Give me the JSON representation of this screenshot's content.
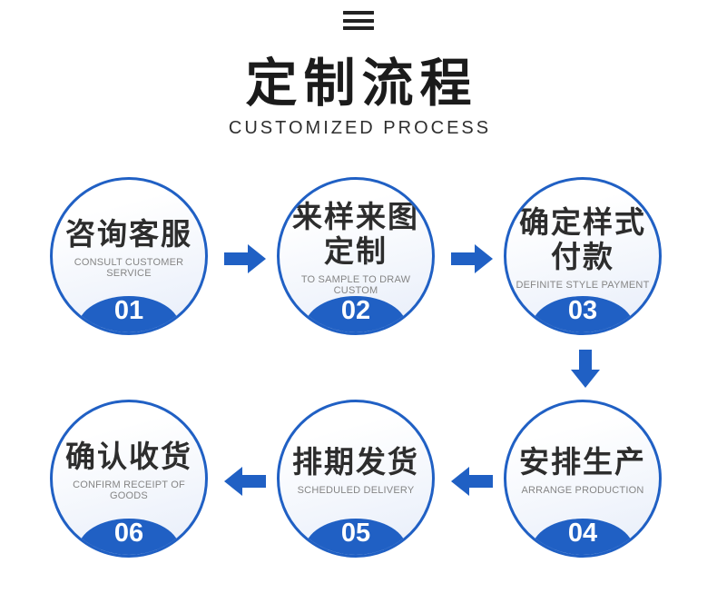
{
  "header": {
    "decoration_icon": "menu-bars-icon",
    "title": "定制流程",
    "subtitle": "CUSTOMIZED PROCESS"
  },
  "colors": {
    "accent": "#2060c4",
    "circle_fill_top": "#ffffff",
    "circle_fill_bottom": "#e9effa",
    "title_text": "#1b1b1b",
    "step_title_text": "#2d2d2d",
    "step_subtitle_text": "#858585",
    "number_text": "#ffffff"
  },
  "steps": [
    {
      "number": "01",
      "title": "咨询客服",
      "subtitle": "CONSULT CUSTOMER SERVICE"
    },
    {
      "number": "02",
      "title": "来样来图\n定制",
      "subtitle": "TO SAMPLE TO DRAW CUSTOM"
    },
    {
      "number": "03",
      "title": "确定样式\n付款",
      "subtitle": "DEFINITE STYLE PAYMENT"
    },
    {
      "number": "04",
      "title": "安排生产",
      "subtitle": "ARRANGE PRODUCTION"
    },
    {
      "number": "05",
      "title": "排期发货",
      "subtitle": "SCHEDULED DELIVERY"
    },
    {
      "number": "06",
      "title": "确认收货",
      "subtitle": "CONFIRM RECEIPT OF GOODS"
    }
  ],
  "flow": {
    "row1_order": [
      "01",
      "02",
      "03"
    ],
    "row2_order": [
      "06",
      "05",
      "04"
    ],
    "arrows": [
      {
        "from": "01",
        "to": "02",
        "direction": "right"
      },
      {
        "from": "02",
        "to": "03",
        "direction": "right"
      },
      {
        "from": "03",
        "to": "04",
        "direction": "down"
      },
      {
        "from": "04",
        "to": "05",
        "direction": "left"
      },
      {
        "from": "05",
        "to": "06",
        "direction": "left"
      }
    ]
  }
}
